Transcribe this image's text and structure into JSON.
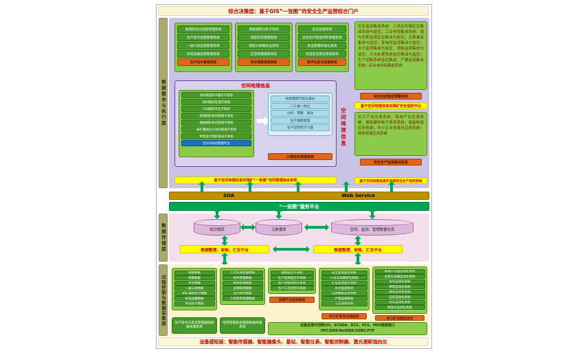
{
  "frame": {
    "top_banner": "综合决策层：基于GIS“一张图”的安全生产运营综合门户",
    "bottom_banner": "设备感知层：智能传感器、智能摄像头、基站、智能仪表、智能控制器、激光测距指向仪"
  },
  "layer_labels": {
    "integration": "数据整合与执行层",
    "storage": "数据存储层",
    "process": "过程控制与数据采集层"
  },
  "integration_layer": {
    "remote_box": {
      "items": [
        "地测防治水远程管理系统",
        "生产技术远程管理系统",
        "一通三防远程管理系统",
        "机电运输远程管理系统"
      ],
      "footer": "生产技术管理系统"
    },
    "dispatch_box": {
      "items": [
        "调度指挥分析子系统",
        "调度日常管理系统",
        "调度大屏幕会议系统",
        "应急救援指挥系统"
      ],
      "footer": "综合调度管理系统"
    },
    "safety_box": {
      "items": [
        "安全监管系统",
        "安全生产隐患闭环管理系统",
        "安全质量标准化系统",
        "班组安全建设管理系统"
      ],
      "footer": "数字化安全监管系统"
    },
    "monitoring_box": {
      "text": "安全监测集成系统：人员及车辆定位集成系统与监控；工业电视集成系统；煤与瓦斯监测定位集成与监控；瓦斯抽采集成与监控；变电所监测集成与监控；水文监测集成与监控；顶板监测集成与监控；污水处理系统监控集成与监控；生产控制系统监控集成；产量监测集成系统；综合自动化集成系统",
      "footer": "综合信息集成预警系统",
      "banner": "基于空间地理信息的煤矿安全监控平台"
    },
    "industry_box": {
      "text": "化工产业应用系统；铝电产业应用系统；建筑建材电子商务系统；装备制造应用系统；中小企业信息化应用系统；物资贸易应用系统",
      "footer": "安全生产监测集成系统",
      "banner": "基于空间地理信息的非煤安全生产监控系统"
    },
    "gis_box": {
      "title": "空间地理信息",
      "left_items": [
        "协同管理GIS服务子系统",
        "协同图形处理子系统",
        "GIS图形平台子系统",
        "地测图形协同管理子系统",
        "通防图形协同管理子系统",
        "采矿辅助设计协同管理子系统",
        "供电设计图形协同子系统"
      ],
      "left_footer": "云GIS协同管理平台",
      "right_items": [
        "地质建模可视化表达",
        "二三维一体化",
        "分析、预警、联动",
        "生产辅助管理",
        "生产运营电子沙盘"
      ],
      "right_footer": "三维综合管理系统",
      "banner": "基于空间地理信息的煤矿“一张图”协同管理综合系统"
    },
    "side_label": "空间地理信息"
  },
  "service_bus": {
    "soa": "SOA",
    "web_service": "Web Service",
    "platform": "“一张图”服务平台"
  },
  "storage_layer": {
    "cylinders": {
      "knowledge": "知识题库",
      "metadata": "元数据库",
      "warehouse": "空间、监测、管理数据仓库"
    },
    "left_bar": "数据整理、审核、汇交平台",
    "right_bar": "数据整理、审核、汇交平台"
  },
  "process_layer": {
    "tech_data_box": {
      "items": [
        "地质数据",
        "测量数据",
        "水文数据",
        "一通三防数据",
        "采矿辅助设计数据",
        "机电运输数据",
        "供电设计数据"
      ],
      "footer": "生产技术与安全管理基础数据采集系统"
    },
    "mgmt_data_box": {
      "items": [
        "人力资源管理数据",
        "财务管理数据",
        "物资管理数据",
        "运销管理数据",
        "电子政务数据",
        "工程项目管理数据"
      ],
      "footer": "经营管理系统基础数据采集系统"
    },
    "video_box": {
      "items": [
        "视频监控子系统",
        "生产监测监控子系统",
        "生产过程控制子系统",
        "生产工艺控制子系统"
      ],
      "footer": "非煤产业在线监控"
    },
    "mine_safety_box": {
      "items": [
        "安全监测监控系统",
        "人员与车辆定位系统",
        "矿压监测监控系统",
        "水文监测系统",
        "瓦斯抽采监测系统",
        "产量监测系统",
        "工业视频系统"
      ],
      "footer": "井工矿安全在线监控"
    },
    "automation_box": {
      "items": [
        "采煤工作面自动化系统",
        "主提升运输自动化系统",
        "排水自动化系统",
        "供电自动化系统",
        "通风自动化系统",
        "压风自动化系统",
        "装车自动化系统",
        "探放水自动化系统"
      ],
      "footer": "井工矿过程自动化"
    },
    "interface_bar": {
      "line1": "设备监测与控制SIS、SCADA、DCS、PCS、MES数据接口",
      "line2": "OPC/DDE/NetDDE/ODBC/FTP"
    }
  }
}
